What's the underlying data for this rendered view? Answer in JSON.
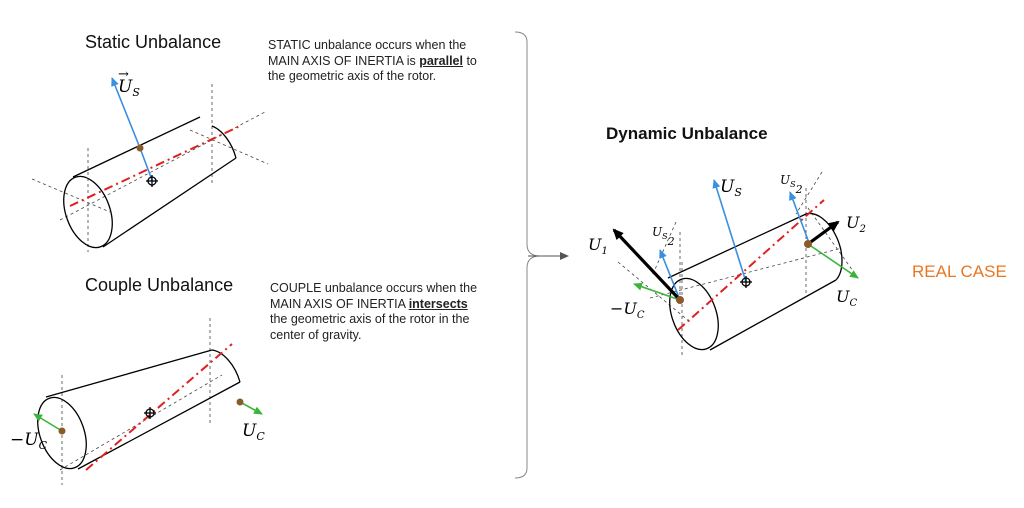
{
  "static": {
    "title": "Static Unbalance",
    "desc_1": "STATIC unbalance occurs when the MAIN AXIS OF INERTIA is ",
    "desc_emph": "parallel",
    "desc_2": " to the geometric axis of the rotor.",
    "label_us": "U",
    "label_us_sub": "S"
  },
  "couple": {
    "title": "Couple Unbalance",
    "desc_1": "COUPLE unbalance occurs when the MAIN AXIS OF INERTIA ",
    "desc_emph": "intersects",
    "desc_2": " the geometric axis of the rotor in the center of gravity.",
    "label_neg_uc": "−U",
    "label_neg_uc_sub": "C",
    "label_uc": "U",
    "label_uc_sub": "C"
  },
  "dynamic": {
    "title": "Dynamic Unbalance",
    "real_case": "REAL CASE",
    "label_us": "U",
    "label_us_sub": "S",
    "label_u1": "U",
    "label_u1_sub": "1",
    "label_u2": "U",
    "label_u2_sub": "2",
    "label_us2_num": "U",
    "label_us2_sub": "S",
    "label_us2_den": "2",
    "label_neg_uc": "−U",
    "label_neg_uc_sub": "C",
    "label_uc": "U",
    "label_uc_sub": "C"
  },
  "colors": {
    "blue_vector": "#3a8fe0",
    "green_vector": "#3cb43c",
    "red_axis": "#e02020",
    "mass_point": "#8b5a2b",
    "accent_orange": "#e87722"
  }
}
